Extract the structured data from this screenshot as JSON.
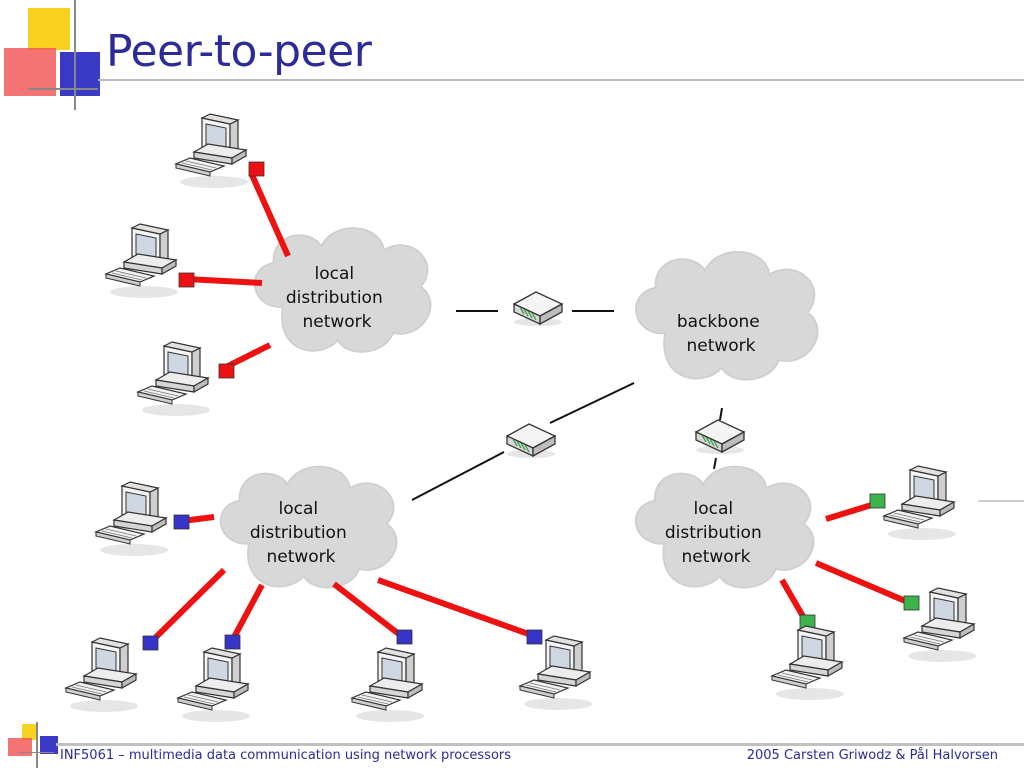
{
  "slide": {
    "title": "Peer-to-peer"
  },
  "clouds": [
    {
      "line1": "local",
      "line2": "distribution",
      "line3": "network"
    },
    {
      "line1": "backbone",
      "line2": "network"
    },
    {
      "line1": "local",
      "line2": "distribution",
      "line3": "network"
    },
    {
      "line1": "local",
      "line2": "distribution",
      "line3": "network"
    }
  ],
  "footer": {
    "left": "INF5061 – multimedia data communication using network processors",
    "right": "2005 Carsten Griwodz & Pål Halvorsen"
  },
  "colors": {
    "title": "#2b2b9a",
    "link": "#ee1111",
    "peer_red": "#ee1111",
    "peer_blue": "#3535c8",
    "peer_green": "#3cb44b",
    "cloud": "#d8d8d8",
    "deco_yellow": "#f7d21e",
    "deco_red": "#f25a5a",
    "deco_blue": "#3a3ac6"
  },
  "icons": [
    "computer-icon",
    "router-icon",
    "cloud-shape"
  ]
}
